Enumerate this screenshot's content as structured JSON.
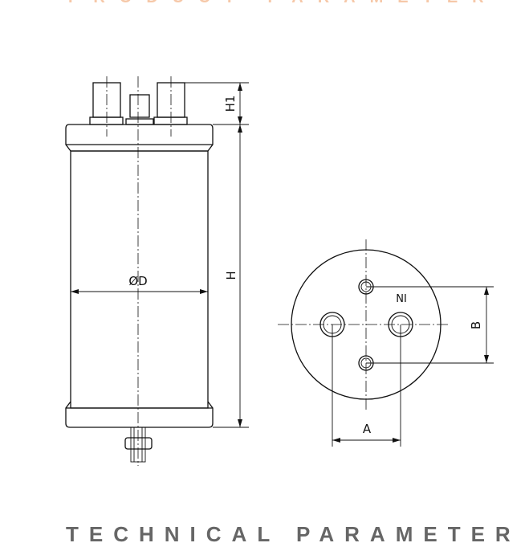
{
  "header_banner": "PRODUCT PARAMETER",
  "footer_banner": "TECHNICAL PARAMETER",
  "labels": {
    "terminal_height": "H1",
    "height": "H",
    "diameter": "ØD",
    "spacing_a": "A",
    "spacing_b": "B",
    "terminal_mark": "NI"
  }
}
